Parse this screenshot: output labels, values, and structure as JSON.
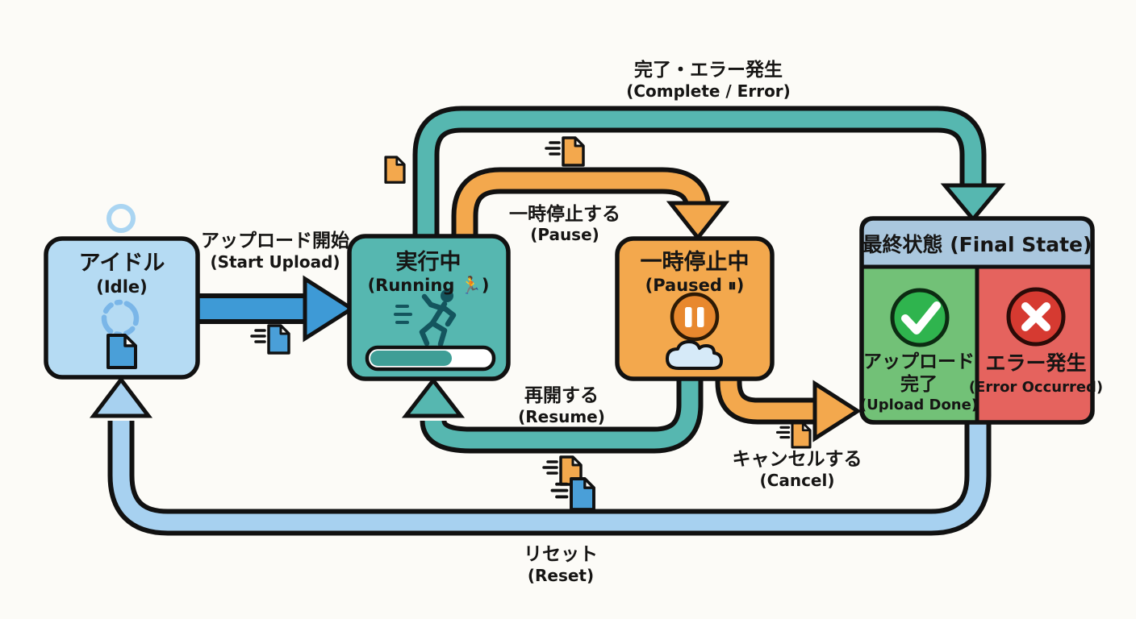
{
  "diagram": {
    "states": {
      "idle": {
        "ja": "アイドル",
        "en": "(Idle)"
      },
      "running": {
        "ja": "実行中",
        "en": "(Running 🏃)"
      },
      "paused": {
        "ja": "一時停止中",
        "en": "(Paused ⏸)"
      },
      "final": {
        "header": "最終状態 (Final State)",
        "upload_done": {
          "ja1": "アップロード",
          "ja2": "完了",
          "en": "(Upload Done)"
        },
        "error": {
          "ja": "エラー発生",
          "en": "(Error Occurred)"
        }
      }
    },
    "transitions": {
      "start_upload": {
        "ja": "アップロード開始",
        "en": "(Start Upload)"
      },
      "complete_error": {
        "ja": "完了・エラー発生",
        "en": "(Complete / Error)"
      },
      "pause": {
        "ja": "一時停止する",
        "en": "(Pause)"
      },
      "resume": {
        "ja": "再開する",
        "en": "(Resume)"
      },
      "cancel": {
        "ja": "キャンセルする",
        "en": "(Cancel)"
      },
      "reset": {
        "ja": "リセット",
        "en": "(Reset)"
      }
    },
    "colors": {
      "blue_arrow": "#3e9ad6",
      "idle_fill": "#b5dbf3",
      "teal": "#56b7b0",
      "orange": "#f3a84d",
      "reset_blue": "#a7d1f0",
      "final_header": "#aac7de",
      "done_green": "#72c177",
      "error_red": "#e5635e",
      "check_green": "#2fb44e",
      "cross_red": "#d63a31",
      "doc_blue": "#4a9fd8",
      "progress_teal": "#3f9e96",
      "pause_circle": "#e8882e",
      "cloud_blue": "#d6eaf8",
      "ink": "#111111"
    }
  }
}
